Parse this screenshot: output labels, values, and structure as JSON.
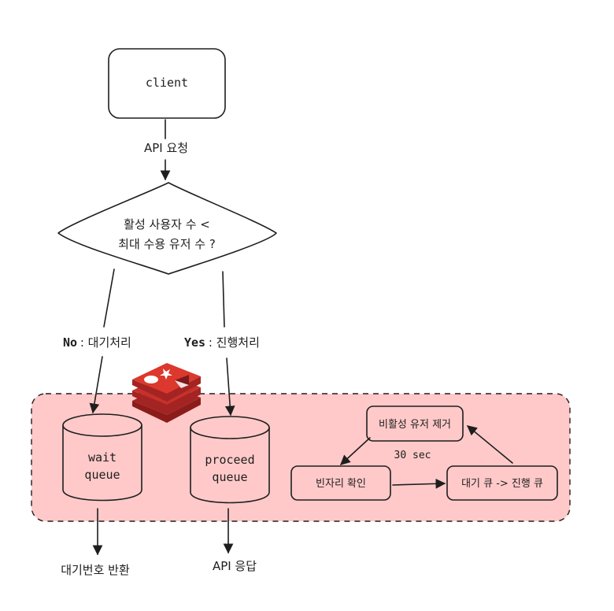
{
  "nodes": {
    "client": "client",
    "decision_line1": "활성 사용자 수 <",
    "decision_line2": "최대 수용 유저 수 ?",
    "wait_queue_line1": "wait",
    "wait_queue_line2": "queue",
    "proceed_queue_line1": "proceed",
    "proceed_queue_line2": "queue",
    "remove_inactive": "비활성 유저 제거",
    "check_vacancy": "빈자리 확인",
    "move_queue": "대기 큐 -> 진행 큐"
  },
  "edges": {
    "api_request": "API 요청",
    "no_branch_key": "No",
    "no_branch_label": "대기처리",
    "yes_branch_key": "Yes",
    "yes_branch_label": "진행처리",
    "interval": "30 sec",
    "wait_output": "대기번호 반환",
    "proceed_output": "API 응답"
  },
  "colors": {
    "region_fill": "#ffc9c9",
    "stroke": "#1e1e1e",
    "redis_red": "#c6302b"
  },
  "icons": {
    "redis": "redis-logo-icon"
  }
}
